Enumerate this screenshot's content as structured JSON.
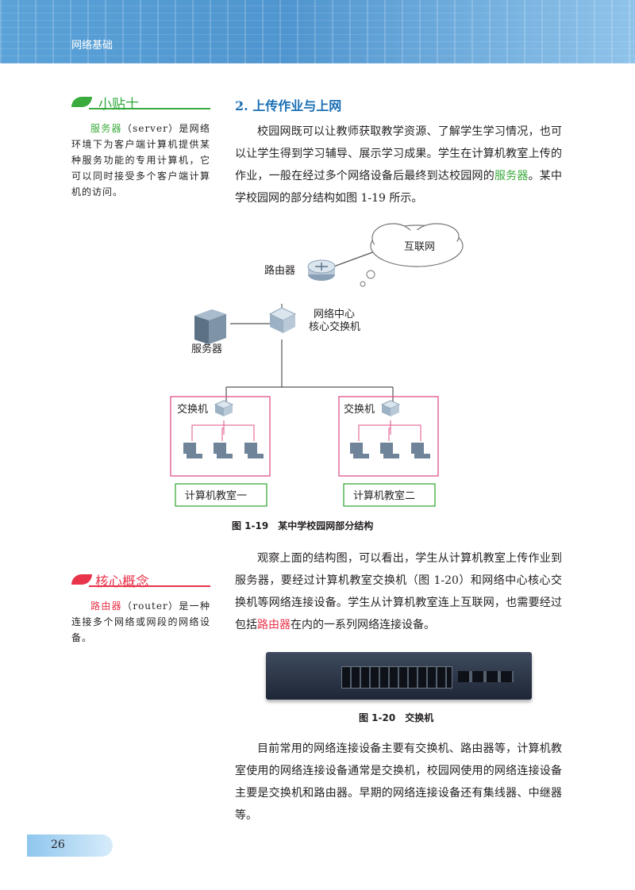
{
  "header": {
    "title": "网络基础"
  },
  "tip": {
    "title": "小贴士",
    "term": "服务器",
    "text": "（server）是网络环境下为客户端计算机提供某种服务功能的专用计算机，它可以同时接受多个客户端计算机的访问。"
  },
  "section": {
    "title": "2. 上传作业与上网",
    "para1_before": "校园网既可以让教师获取教学资源、了解学生学习情况，也可以让学生得到学习辅导、展示学习成果。学生在计算机教室上传的作业，一般在经过多个网络设备后最终到达校园网的",
    "para1_term": "服务器",
    "para1_after": "。某中学校园网的部分结构如图 1-19 所示。",
    "para2_before": "观察上面的结构图，可以看出，学生从计算机教室上传作业到服务器，要经过计算机教室交换机（图 1-20）和网络中心核心交换机等网络连接设备。学生从计算机教室连上互联网，也需要经过包括",
    "para2_term": "路由器",
    "para2_after": "在内的一系列网络连接设备。",
    "para3": "目前常用的网络连接设备主要有交换机、路由器等，计算机教室使用的网络连接设备通常是交换机，校园网使用的网络连接设备主要是交换机和路由器。早期的网络连接设备还有集线器、中继器等。"
  },
  "concept": {
    "title": "核心概念",
    "term": "路由器",
    "text": "（router）是一种连接多个网络或网段的网络设备。"
  },
  "figure19": {
    "caption": "图 1-19　某中学校园网部分结构",
    "internet": "互联网",
    "router": "路由器",
    "core_switch_line1": "网络中心",
    "core_switch_line2": "核心交换机",
    "server": "服务器",
    "switch_a": "交换机",
    "switch_b": "交换机",
    "room_a": "计算机教室一",
    "room_b": "计算机教室二"
  },
  "figure20": {
    "caption": "图 1-20　交换机"
  },
  "page_number": "26",
  "colors": {
    "green": "#3aab3c",
    "red": "#e8334a",
    "blue": "#1a6fb5",
    "pink_border": "#e0508a"
  }
}
